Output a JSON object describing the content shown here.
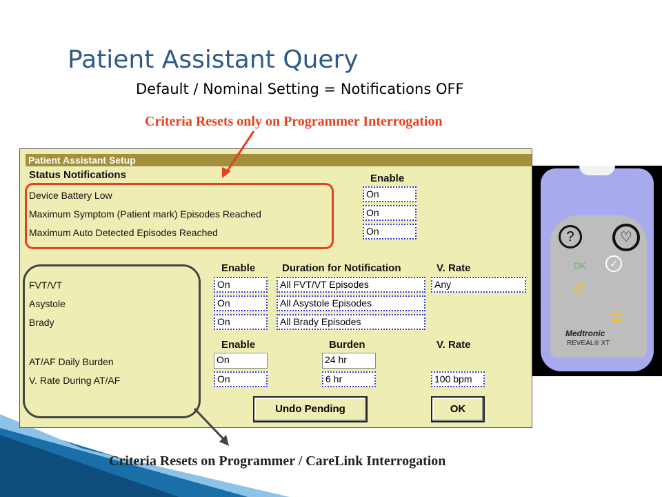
{
  "title": "Patient Assistant Query",
  "subtitle": "Default / Nominal Setting = Notifications OFF",
  "note_top": "Criteria Resets only on Programmer Interrogation",
  "note_bottom": "Criteria Resets on Programmer / CareLink Interrogation",
  "window": {
    "title": "Patient Assistant Setup",
    "status_heading": "Status Notifications",
    "enable_heading": "Enable",
    "status_items": [
      {
        "label": "Device Battery Low",
        "value": "On"
      },
      {
        "label": "Maximum Symptom (Patient mark) Episodes Reached",
        "value": "On"
      },
      {
        "label": "Maximum Auto Detected Episodes Reached",
        "value": "On"
      }
    ],
    "episodes_headers": {
      "enable": "Enable",
      "duration": "Duration for Notification",
      "vrate": "V. Rate"
    },
    "episodes": [
      {
        "label": "FVT/VT",
        "enable": "On",
        "duration": "All FVT/VT Episodes",
        "vrate": "Any"
      },
      {
        "label": "Asystole",
        "enable": "On",
        "duration": "All Asystole Episodes"
      },
      {
        "label": "Brady",
        "enable": "On",
        "duration": "All Brady Episodes"
      }
    ],
    "af_headers": {
      "enable": "Enable",
      "burden": "Burden",
      "vrate": "V. Rate"
    },
    "af": [
      {
        "label": "AT/AF Daily Burden",
        "enable": "On",
        "burden": "24 hr"
      },
      {
        "label": "V. Rate During AT/AF",
        "enable": "On",
        "burden": "6 hr",
        "vrate": "100 bpm"
      }
    ],
    "undo_label": "Undo Pending",
    "ok_label": "OK"
  },
  "device": {
    "brand": "Medtronic",
    "model": "REVEAL® XT",
    "ok_text": "OK"
  }
}
